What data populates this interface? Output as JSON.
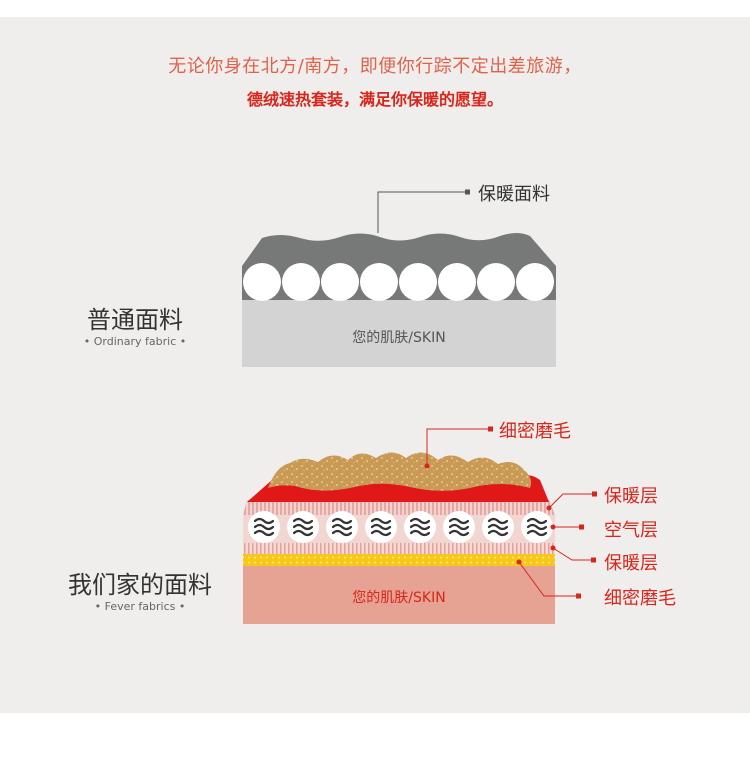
{
  "intro": {
    "line1": "无论你身在北方/南方，即便你行踪不定出差旅游，",
    "line2": "德绒速热套装，满足你保暖的愿望。"
  },
  "ordinary": {
    "title": "普通面料",
    "subtitle": "• Ordinary fabric •",
    "skin_label": "您的肌肤/SKIN",
    "callout_top": "保暖面料"
  },
  "ours": {
    "title": "我们家的面料",
    "subtitle": "• Fever fabrics •",
    "skin_label": "您的肌肤/SKIN",
    "callouts": {
      "brushed_top": "细密磨毛",
      "warm_layer_1": "保暖层",
      "air_layer": "空气层",
      "warm_layer_2": "保暖层",
      "brushed_bottom": "细密磨毛"
    }
  },
  "colors": {
    "accent_red": "#d8261c",
    "intro_red": "#e0624a",
    "panel_bg": "#efeeed",
    "gray_fabric": "#777878",
    "skin_gray": "#d3d3d3",
    "skin_pink": "#e6a292",
    "yellow_layer": "#f7c81a",
    "tan_fuzz": "#c99a55"
  }
}
